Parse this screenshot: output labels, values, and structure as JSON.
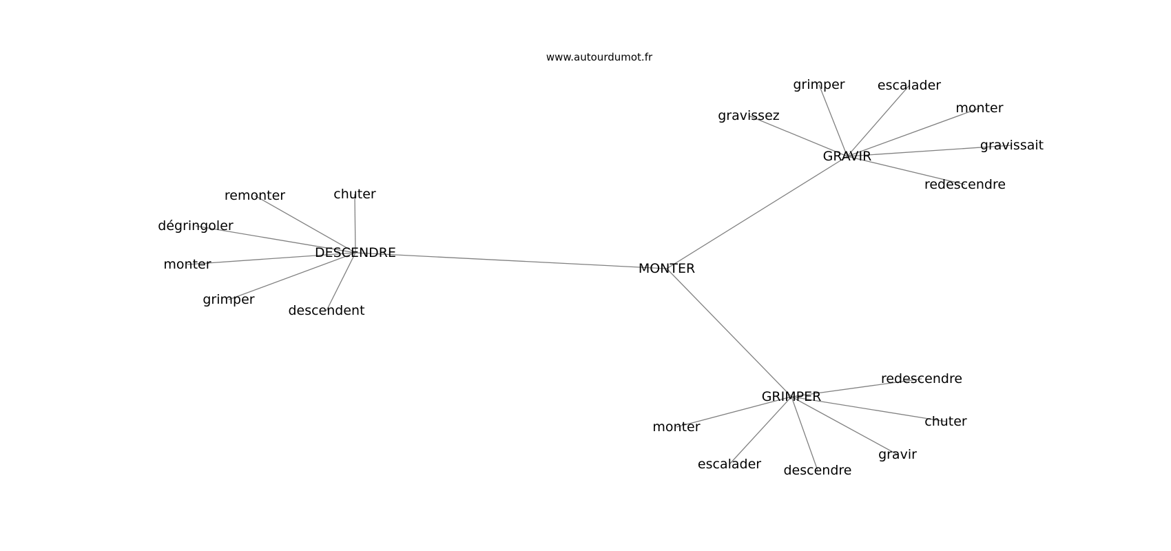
{
  "watermark": "www.autourdumot.fr",
  "graph": {
    "root": "MONTER",
    "hubs": [
      {
        "id": "DESCENDRE",
        "label": "DESCENDRE",
        "leaves": [
          {
            "id": "descendre-remonter",
            "label": "remonter"
          },
          {
            "id": "descendre-chuter",
            "label": "chuter"
          },
          {
            "id": "descendre-degringoler",
            "label": "dégringoler"
          },
          {
            "id": "descendre-monter",
            "label": "monter"
          },
          {
            "id": "descendre-grimper",
            "label": "grimper"
          },
          {
            "id": "descendre-descendent",
            "label": "descendent"
          }
        ]
      },
      {
        "id": "GRAVIR",
        "label": "GRAVIR",
        "leaves": [
          {
            "id": "gravir-grimper",
            "label": "grimper"
          },
          {
            "id": "gravir-escalader",
            "label": "escalader"
          },
          {
            "id": "gravir-gravissez",
            "label": "gravissez"
          },
          {
            "id": "gravir-monter",
            "label": "monter"
          },
          {
            "id": "gravir-gravissait",
            "label": "gravissait"
          },
          {
            "id": "gravir-redescendre",
            "label": "redescendre"
          }
        ]
      },
      {
        "id": "GRIMPER",
        "label": "GRIMPER",
        "leaves": [
          {
            "id": "grimper-redescendre",
            "label": "redescendre"
          },
          {
            "id": "grimper-chuter",
            "label": "chuter"
          },
          {
            "id": "grimper-monter",
            "label": "monter"
          },
          {
            "id": "grimper-gravir",
            "label": "gravir"
          },
          {
            "id": "grimper-escalader",
            "label": "escalader"
          },
          {
            "id": "grimper-descendre",
            "label": "descendre"
          }
        ]
      }
    ]
  }
}
